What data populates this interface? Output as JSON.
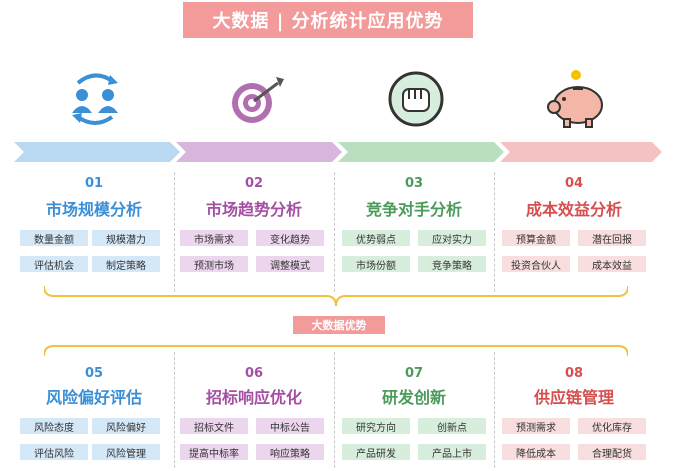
{
  "title": "大数据 | 分析统计应用优势",
  "mid_label": "大数据优势",
  "colors": {
    "blue": "#3a8fd6",
    "purple": "#a44fa3",
    "green": "#4c9a5c",
    "red": "#d64f4f",
    "blue_bg": "#d5e8f8",
    "purple_bg": "#ecd6ee",
    "green_bg": "#d8eedc",
    "red_bg": "#f8dede"
  },
  "top": [
    {
      "num": "01",
      "title": "市场规模分析",
      "tags": [
        "数量金额",
        "规模潜力",
        "评估机会",
        "制定策略"
      ]
    },
    {
      "num": "02",
      "title": "市场趋势分析",
      "tags": [
        "市场需求",
        "变化趋势",
        "预测市场",
        "调整模式"
      ]
    },
    {
      "num": "03",
      "title": "竞争对手分析",
      "tags": [
        "优势弱点",
        "应对实力",
        "市场份额",
        "竞争策略"
      ]
    },
    {
      "num": "04",
      "title": "成本效益分析",
      "tags": [
        "预算金额",
        "潜在回报",
        "投资合伙人",
        "成本效益"
      ]
    }
  ],
  "bottom": [
    {
      "num": "05",
      "title": "风险偏好评估",
      "tags": [
        "风险态度",
        "风险偏好",
        "评估风险",
        "风险管理"
      ]
    },
    {
      "num": "06",
      "title": "招标响应优化",
      "tags": [
        "招标文件",
        "中标公告",
        "提高中标率",
        "响应策略"
      ]
    },
    {
      "num": "07",
      "title": "研发创新",
      "tags": [
        "研究方向",
        "创新点",
        "产品研发",
        "产品上市"
      ]
    },
    {
      "num": "08",
      "title": "供应链管理",
      "tags": [
        "预测需求",
        "优化库存",
        "降低成本",
        "合理配货"
      ]
    }
  ]
}
